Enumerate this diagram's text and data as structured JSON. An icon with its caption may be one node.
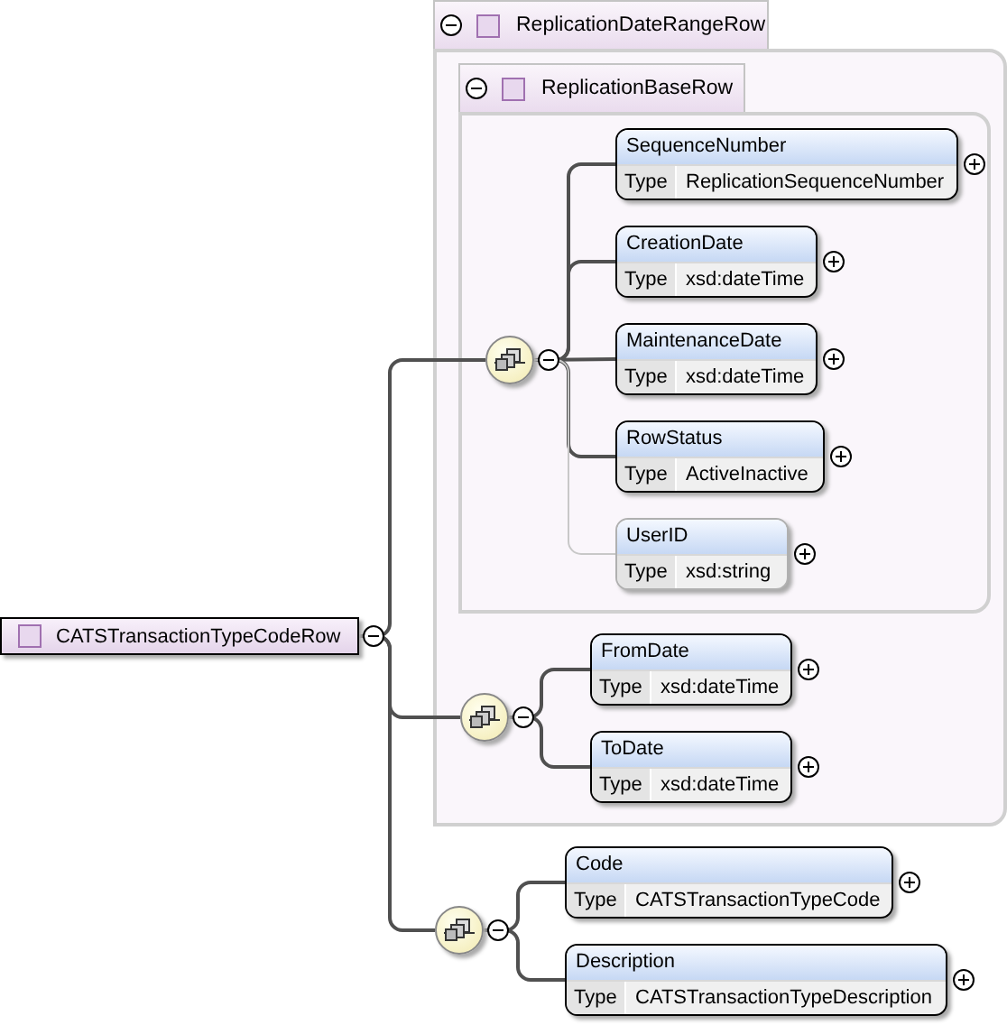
{
  "diagram": {
    "nodes": [
      {
        "text": [
          "CATSTransactionTypeCodeRow"
        ]
      },
      {
        "text": [
          "ReplicationDateRangeRow"
        ]
      },
      {
        "text": [
          "ReplicationBaseRow"
        ],
        "in": 1
      },
      {
        "text": [],
        "shape": "circle",
        "in": 2
      },
      {
        "text": [
          "SequenceNumber",
          "Type",
          "ReplicationSequenceNumber"
        ],
        "in": 2
      },
      {
        "text": [
          "CreationDate",
          "Type",
          "xsd:dateTime"
        ],
        "in": 2
      },
      {
        "text": [
          "MaintenanceDate",
          "Type",
          "xsd:dateTime"
        ],
        "in": 2
      },
      {
        "text": [
          "RowStatus",
          "Type",
          "ActiveInactive"
        ],
        "in": 2
      },
      {
        "text": [
          "UserID",
          "Type",
          "xsd:string"
        ],
        "in": 2
      },
      {
        "text": [],
        "shape": "circle",
        "in": 1
      },
      {
        "text": [
          "FromDate",
          "Type",
          "xsd:dateTime"
        ],
        "in": 1
      },
      {
        "text": [
          "ToDate",
          "Type",
          "xsd:dateTime"
        ],
        "in": 1
      },
      {
        "text": [],
        "shape": "circle"
      },
      {
        "text": [
          "Code",
          "Type",
          "CATSTransactionTypeCode"
        ]
      },
      {
        "text": [
          "Description",
          "Type",
          "CATSTransactionTypeDescription"
        ]
      }
    ],
    "edges": [
      {
        "from": 0,
        "to": 3,
        "arrow": "none"
      },
      {
        "from": 0,
        "to": 9,
        "arrow": "none"
      },
      {
        "from": 0,
        "to": 12,
        "arrow": "none"
      },
      {
        "from": 3,
        "to": 4,
        "arrow": "none"
      },
      {
        "from": 3,
        "to": 5,
        "arrow": "none"
      },
      {
        "from": 3,
        "to": 6,
        "arrow": "none"
      },
      {
        "from": 3,
        "to": 7,
        "arrow": "none"
      },
      {
        "from": 3,
        "to": 8,
        "arrow": "none",
        "color": "#c8c8c8"
      },
      {
        "from": 9,
        "to": 10,
        "arrow": "none"
      },
      {
        "from": 9,
        "to": 11,
        "arrow": "none"
      },
      {
        "from": 12,
        "to": 13,
        "arrow": "none"
      },
      {
        "from": 12,
        "to": 14,
        "arrow": "none"
      }
    ]
  }
}
